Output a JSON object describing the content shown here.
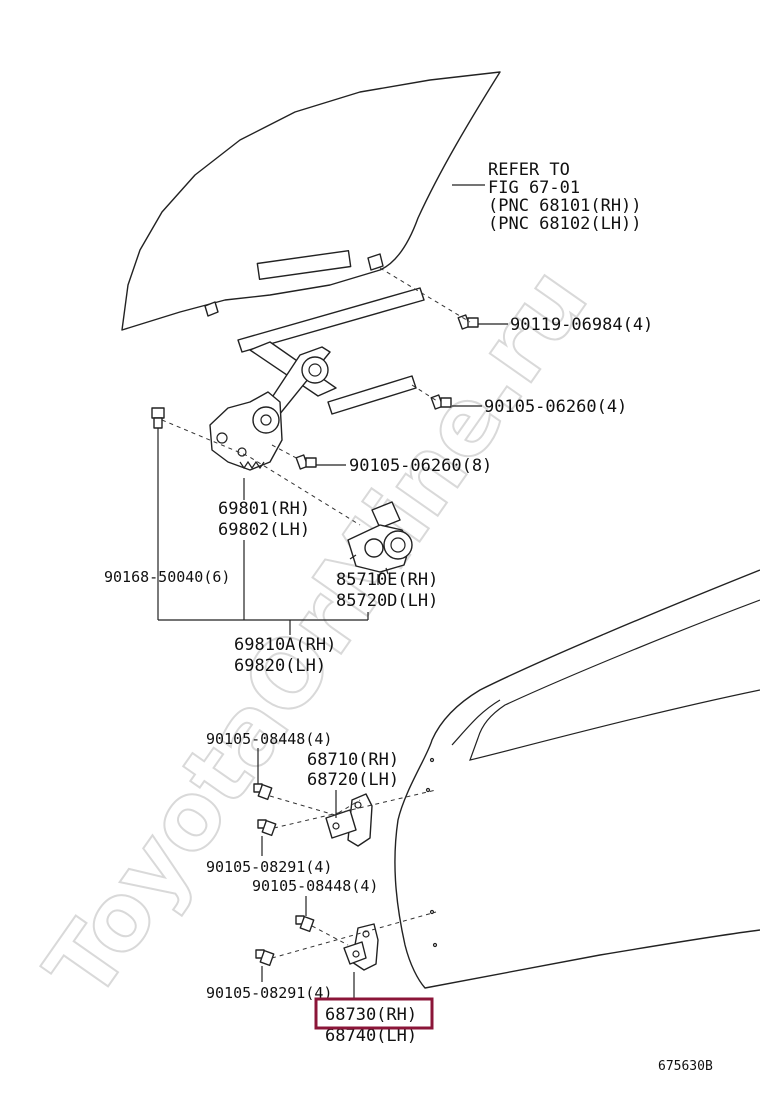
{
  "watermark": "ToyotaOrMine.ru",
  "figure_code": "675630B",
  "highlight_color": "#8b1538",
  "refer_note": [
    "REFER TO",
    "FIG 67-01",
    "(PNC 68101(RH))",
    "(PNC 68102(LH))"
  ],
  "labels": {
    "bolt_90119_06984": "90119-06984(4)",
    "bolt_90105_06260_4": "90105-06260(4)",
    "bolt_90105_06260_8": "90105-06260(8)",
    "regulator_rh": "69801(RH)",
    "regulator_lh": "69802(LH)",
    "bolt_90168_50040": "90168-50040(6)",
    "motor_rh": "85710E(RH)",
    "motor_lh": "85720D(LH)",
    "assy_rh": "69810A(RH)",
    "assy_lh": "69820(LH)",
    "bolt_90105_08448_a": "90105-08448(4)",
    "hinge_upper_rh": "68710(RH)",
    "hinge_upper_lh": "68720(LH)",
    "bolt_90105_08291_a": "90105-08291(4)",
    "bolt_90105_08448_b": "90105-08448(4)",
    "bolt_90105_08291_b": "90105-08291(4)",
    "hinge_lower_rh": "68730(RH)",
    "hinge_lower_lh": "68740(LH)"
  }
}
